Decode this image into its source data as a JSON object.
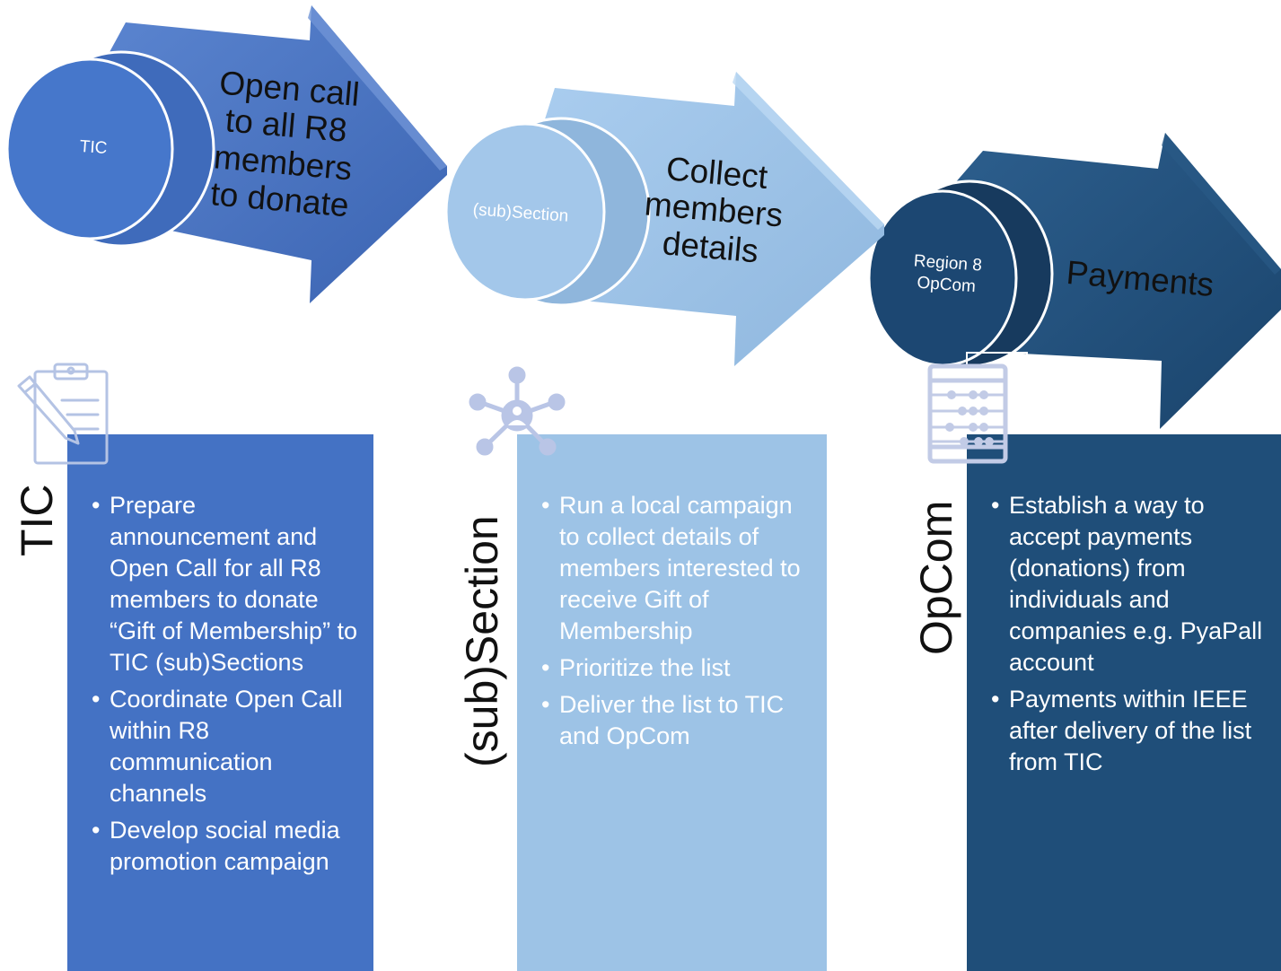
{
  "stages": [
    {
      "circle_label": "TIC",
      "arrow_text": "Open call\nto all R8\nmembers\nto donate",
      "role_title": "TIC",
      "bullets": [
        "Prepare announcement and Open Call for all R8 members to donate “Gift of Membership” to TIC (sub)Sections",
        "Coordinate Open Call within R8 communication channels",
        "Develop social media promotion campaign"
      ],
      "icon": "clipboard-pencil-icon"
    },
    {
      "circle_label": "(sub)Section",
      "arrow_text": "Collect\nmembers\ndetails",
      "role_title": "(sub)Section",
      "bullets": [
        "Run a local campaign to collect details of members interested to receive Gift of Membership",
        "Prioritize the list",
        "Deliver the list to TIC and OpCom"
      ],
      "icon": "network-user-icon"
    },
    {
      "circle_label": "Region 8\nOpCom",
      "arrow_text": "Payments",
      "role_title": "OpCom",
      "bullets": [
        "Establish a way to accept payments (donations) from individuals and companies e.g. PyaPall account",
        "Payments within IEEE after delivery of the list from TIC"
      ],
      "icon": "abacus-icon"
    }
  ],
  "colors": {
    "stage1": "#4472c4",
    "stage2": "#9dc3e6",
    "stage3": "#1f4e79",
    "stage1_text": "#ffffff",
    "stage2_text": "#ffffff",
    "stage3_text": "#ffffff"
  }
}
